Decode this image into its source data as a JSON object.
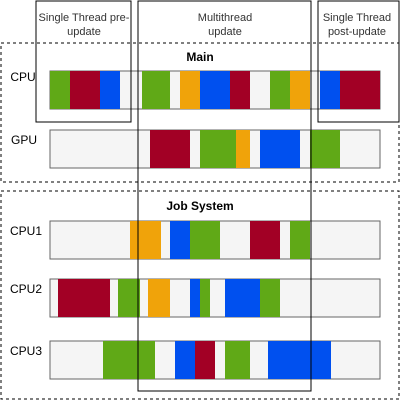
{
  "headers": {
    "single_pre_line1": "Single Thread pre-",
    "single_pre_line2": "update",
    "multi_line1": "Multithread",
    "multi_line2": "update",
    "single_post_line1": "Single Thread",
    "single_post_line2": "post-update"
  },
  "groups": {
    "main": "Main",
    "job": "Job System"
  },
  "colors": {
    "green": "#60a917",
    "red": "#a20025",
    "blue": "#0050ef",
    "orange": "#f0a30a",
    "track": "#f5f5f5",
    "track_stroke": "#666666"
  },
  "rows": [
    {
      "label": "CPU",
      "blocks": [
        {
          "color": "green"
        },
        {
          "color": "red"
        },
        {
          "color": "blue"
        },
        {
          "color": "green"
        },
        {
          "color": "orange"
        },
        {
          "color": "blue"
        },
        {
          "color": "red"
        },
        {
          "color": "green"
        },
        {
          "color": "orange"
        },
        {
          "color": "blue"
        },
        {
          "color": "red"
        }
      ]
    },
    {
      "label": "GPU",
      "blocks": [
        {
          "color": "red"
        },
        {
          "color": "green"
        },
        {
          "color": "orange"
        },
        {
          "color": "blue"
        },
        {
          "color": "green"
        }
      ]
    },
    {
      "label": "CPU1",
      "blocks": [
        {
          "color": "orange"
        },
        {
          "color": "blue"
        },
        {
          "color": "green"
        },
        {
          "color": "red"
        },
        {
          "color": "green"
        }
      ]
    },
    {
      "label": "CPU2",
      "blocks": [
        {
          "color": "red"
        },
        {
          "color": "green"
        },
        {
          "color": "orange"
        },
        {
          "color": "blue"
        },
        {
          "color": "green"
        },
        {
          "color": "blue"
        },
        {
          "color": "green"
        }
      ]
    },
    {
      "label": "CPU3",
      "blocks": [
        {
          "color": "green"
        },
        {
          "color": "blue"
        },
        {
          "color": "red"
        },
        {
          "color": "green"
        },
        {
          "color": "blue"
        }
      ]
    }
  ]
}
